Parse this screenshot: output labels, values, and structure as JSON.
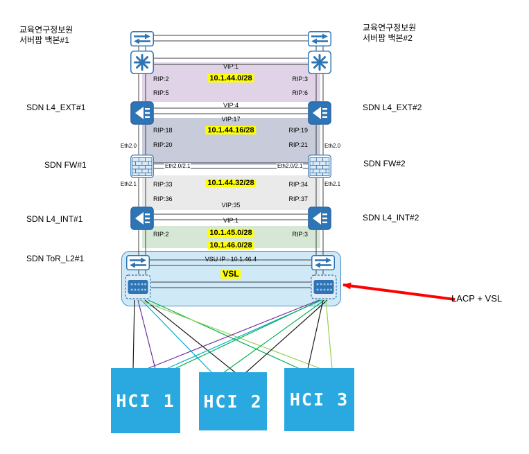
{
  "header": {
    "backbone_left_line1": "교육연구정보원",
    "backbone_left_line2": "서버팜 백본#1",
    "backbone_right_line1": "교육연구정보원",
    "backbone_right_line2": "서버팜 백본#2"
  },
  "devices": {
    "l4_ext_1": "SDN L4_EXT#1",
    "l4_ext_2": "SDN L4_EXT#2",
    "fw_1": "SDN FW#1",
    "fw_2": "SDN FW#2",
    "l4_int_1": "SDN L4_INT#1",
    "l4_int_2": "SDN L4_INT#2",
    "tor_l2_1": "SDN ToR_L2#1"
  },
  "segment_ext": {
    "vip_top": "VIP:1",
    "subnet": "10.1.44.0/28",
    "rip_top_left": "RIP:2",
    "rip_top_right": "RIP:3",
    "rip_bottom_left": "RIP:5",
    "rip_bottom_right": "RIP:6",
    "vip_bottom": "VIP:4"
  },
  "segment_fw_out": {
    "vip_top": "VIP:17",
    "subnet": "10.1.44.16/28",
    "rip_top_left": "RIP:18",
    "rip_top_right": "RIP:19",
    "rip_bottom_left": "RIP:20",
    "rip_bottom_right": "RIP:21",
    "eth_left": "Eth2.0",
    "eth_right": "Eth2.0",
    "fw_if_left": "Eth2.0/2.1",
    "fw_if_right": "Eth2.0/2.1"
  },
  "segment_fw_in": {
    "subnet": "10.1.44.32/28",
    "rip_top_left": "RIP:33",
    "rip_top_right": "RIP:34",
    "rip_bottom_left": "RIP:36",
    "rip_bottom_right": "RIP:37",
    "vip_bottom": "VIP:35",
    "eth_left": "Eth2.1",
    "eth_right": "Eth2.1"
  },
  "segment_int": {
    "vip_top": "VIP:1",
    "subnet1": "10.1.45.0/28",
    "rip_left": "RIP:2",
    "rip_right": "RIP:3",
    "subnet2": "10.1.46.0/28"
  },
  "tor": {
    "vsu_ip": "VSU IP : 10.1.46.4",
    "vsl_label": "VSL"
  },
  "annotation": {
    "lacp_vsl": "LACP + VSL"
  },
  "hci_labels": [
    "HCI 1",
    "HCI 2",
    "HCI 3"
  ],
  "colors": {
    "band_ext": "#E0D3E8",
    "band_fw_out": "#C7CBDA",
    "band_fw_in": "#EAEAEA",
    "band_int": "#D6E8D5",
    "tor_fill": "#CFE9F7",
    "tor_border": "#4A90C4",
    "highlight": "#FFFF00",
    "hci_fill": "#29A9E0",
    "arrow_red": "#FF0000",
    "device_blue": "#2E75B6"
  }
}
